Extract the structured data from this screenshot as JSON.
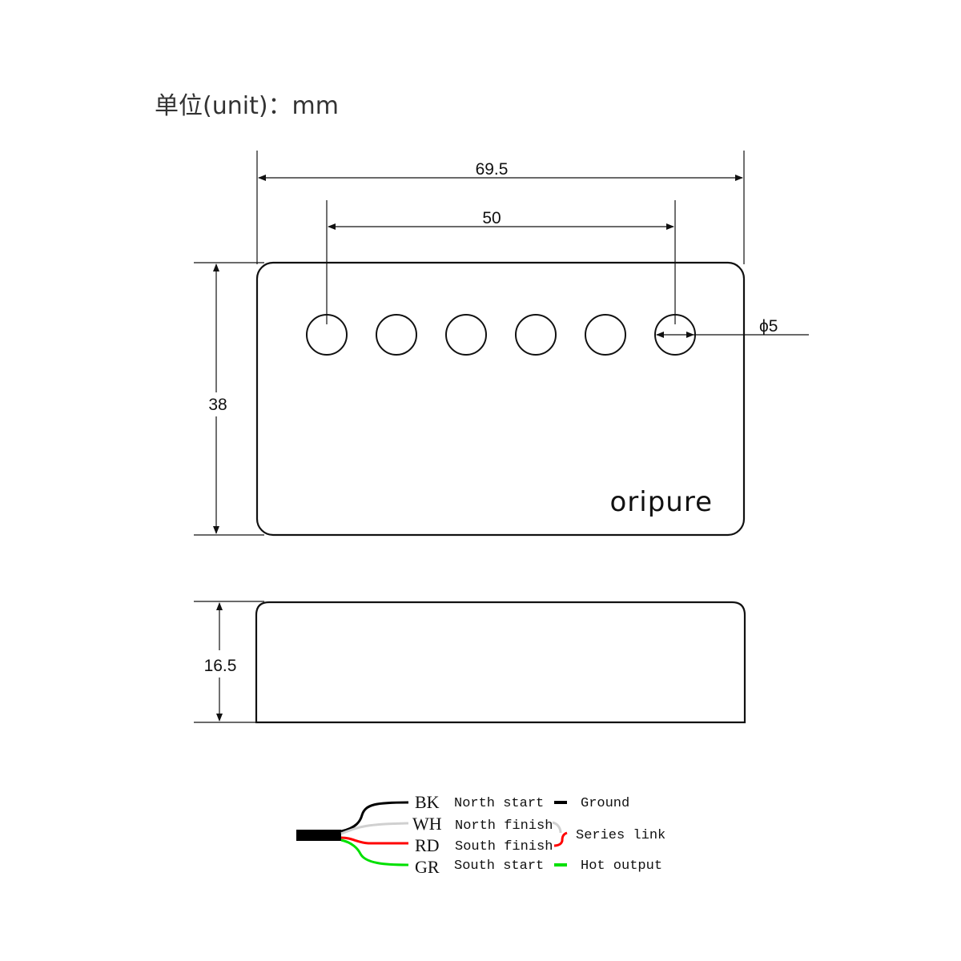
{
  "unit_label": "单位(unit)：mm",
  "dimensions": {
    "total_width": "69.5",
    "pole_spacing": "50",
    "pole_diameter": "ϕ5",
    "height": "38",
    "depth": "16.5"
  },
  "brand": "oripure",
  "wiring": [
    {
      "code": "BK",
      "coil": "North start",
      "color": "#000000"
    },
    {
      "code": "WH",
      "coil": "North finish",
      "color": "#d0d0d0"
    },
    {
      "code": "RD",
      "coil": "South finish",
      "color": "#ff0000"
    },
    {
      "code": "GR",
      "coil": "South start",
      "color": "#00e000"
    }
  ],
  "functions": {
    "ground": "Ground",
    "series": "Series link",
    "hot": "Hot output"
  }
}
